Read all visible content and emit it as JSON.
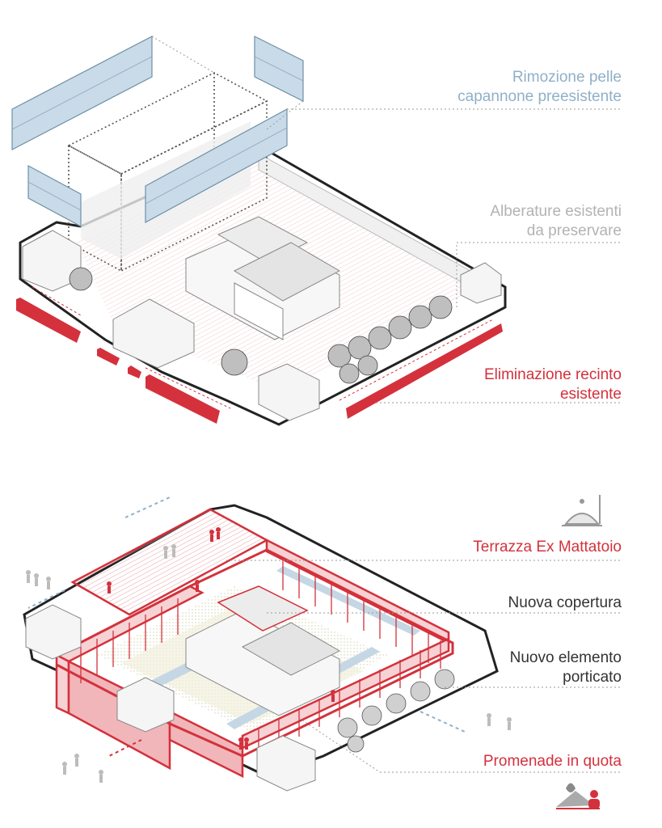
{
  "colors": {
    "red": "#d4313c",
    "blue": "#8fb0c8",
    "grey_text": "#b3b3b3",
    "dark_text": "#333333",
    "outline": "#222222",
    "dotted": "#9a9a9a",
    "pale_yellow": "#f2f0dc",
    "pale_blue": "#c5d7e4"
  },
  "top_diagram": {
    "labels": [
      {
        "id": "rimozione",
        "color": "blue",
        "lines": [
          "Rimozione pelle",
          "capannone preesistente"
        ]
      },
      {
        "id": "alberature",
        "color": "grey_text",
        "lines": [
          "Alberature esistenti",
          "da preservare"
        ]
      },
      {
        "id": "eliminazione",
        "color": "red",
        "lines": [
          "Eliminazione recinto",
          "esistente"
        ]
      }
    ]
  },
  "bottom_diagram": {
    "labels": [
      {
        "id": "terrazza",
        "color": "red",
        "lines": [
          "Terrazza Ex Mattatoio"
        ]
      },
      {
        "id": "copertura",
        "color": "dark_text",
        "lines": [
          "Nuova copertura"
        ]
      },
      {
        "id": "porticato",
        "color": "dark_text",
        "lines": [
          "Nuovo elemento",
          "porticato"
        ]
      },
      {
        "id": "promenade",
        "color": "red",
        "lines": [
          "Promenade in quota"
        ]
      }
    ],
    "icons": [
      "dining-cloche-icon",
      "hill-viewpoint-icon"
    ]
  }
}
